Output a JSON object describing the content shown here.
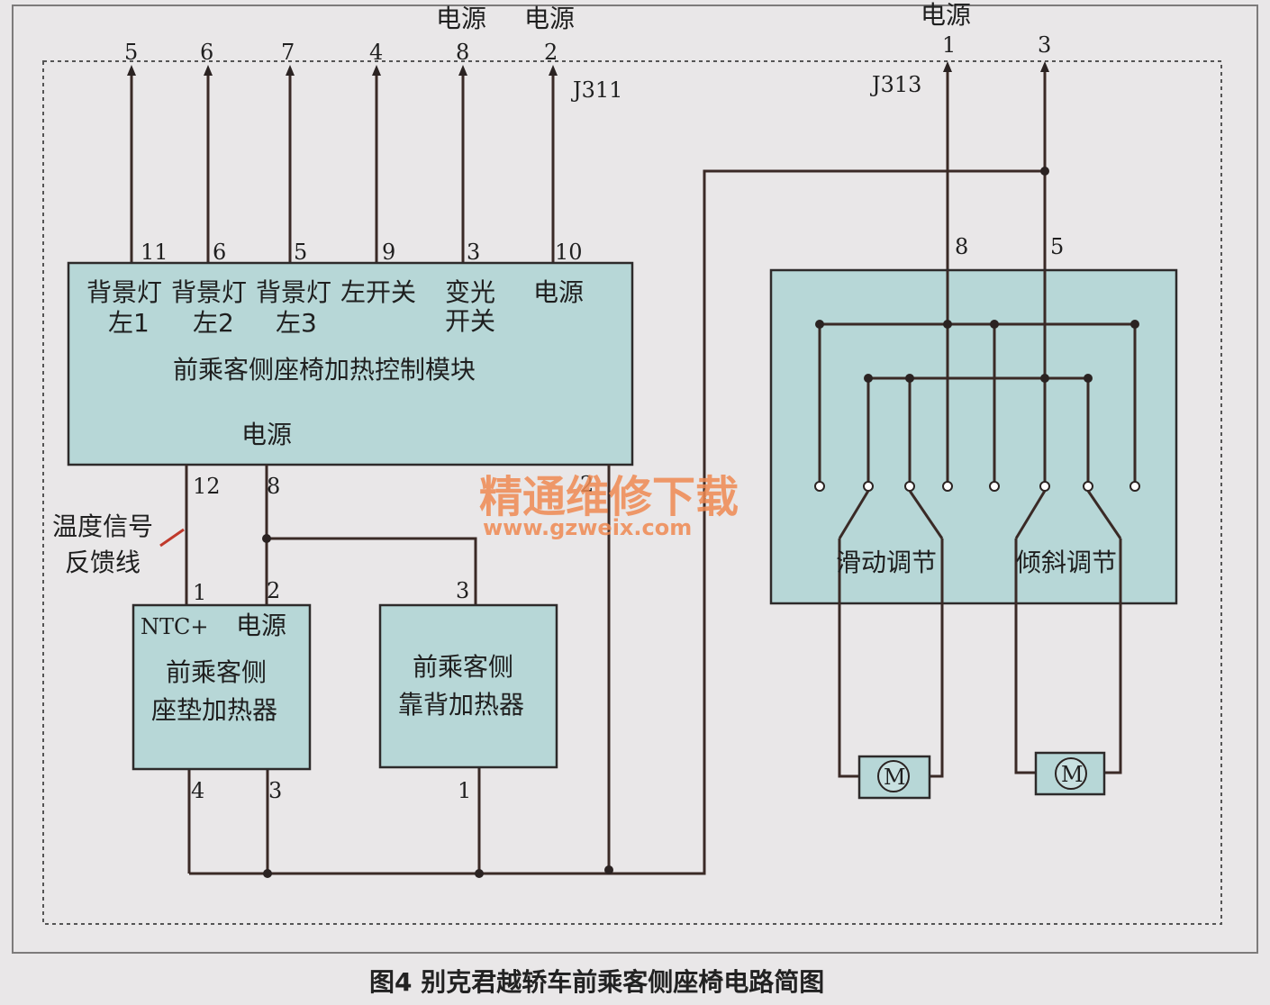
{
  "top_labels": {
    "power_a": "电源",
    "power_b": "电源",
    "power_c": "电源",
    "j311": "J311",
    "j313": "J313"
  },
  "top_pins": [
    "5",
    "6",
    "7",
    "4",
    "8",
    "2"
  ],
  "module_pins": [
    "11",
    "6",
    "5",
    "9",
    "3",
    "10"
  ],
  "module": {
    "col_labels": [
      {
        "line1": "背景灯",
        "line2": "左1"
      },
      {
        "line1": "背景灯",
        "line2": "左2"
      },
      {
        "line1": "背景灯",
        "line2": "左3"
      },
      {
        "line1": "左开关",
        "line2": ""
      },
      {
        "line1": "变光",
        "line2": "开关"
      },
      {
        "line1": "电源",
        "line2": ""
      }
    ],
    "title": "前乘客侧座椅加热控制模块",
    "power_label": "电源",
    "bottom_pins": [
      "12",
      "8",
      "2"
    ]
  },
  "feedback_label": {
    "line1": "温度信号",
    "line2": "反馈线"
  },
  "seat_heater": {
    "pins_top": [
      "1",
      "2"
    ],
    "ntc_label": "NTC+",
    "power_label": "电源",
    "name_line1": "前乘客侧",
    "name_line2": "座垫加热器",
    "pins_bottom": [
      "4",
      "3"
    ]
  },
  "back_heater": {
    "pin_top": "3",
    "name_line1": "前乘客侧",
    "name_line2": "靠背加热器",
    "pin_bottom": "1"
  },
  "j313": {
    "top_pins": [
      "1",
      "3"
    ],
    "inner_pins": [
      "8",
      "5"
    ],
    "slide_label": "滑动调节",
    "tilt_label": "倾斜调节",
    "motor_symbol": "M"
  },
  "watermark": {
    "line1": "精通维修下载",
    "line2": "www.gzweix.com"
  },
  "caption": "图4 别克君越轿车前乘客侧座椅电路简图",
  "colors": {
    "module_fill": "#b7d7d7",
    "wire": "#3a2a26",
    "watermark": "#f08a52"
  }
}
